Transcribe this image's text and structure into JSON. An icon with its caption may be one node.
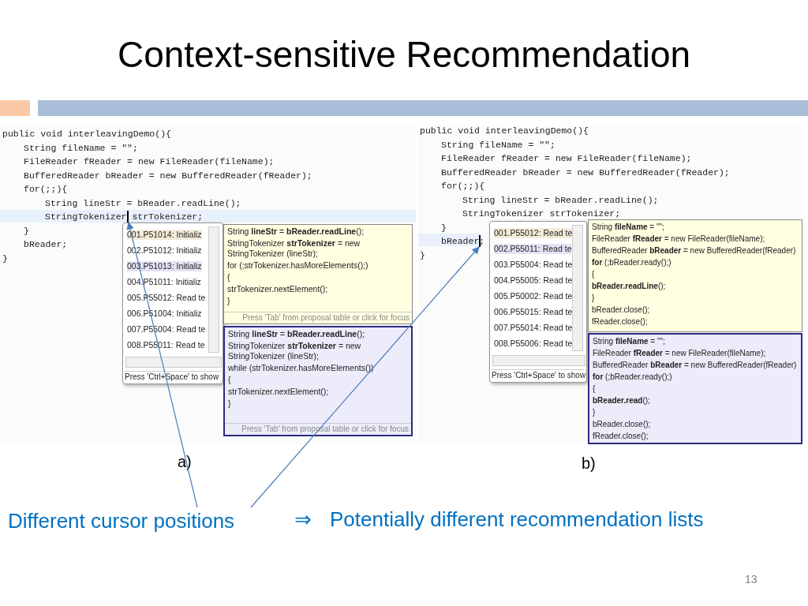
{
  "diagram": {
    "title": "Context-sensitive Recommendation",
    "nodes": [
      {
        "text": [
          "001.P51014: Initializ",
          "002.P51012: Initializ",
          "003.P51013: Initializ",
          "004.P51011: Initializ",
          "005.P55012: Read te",
          "006.P51004: Initializ",
          "007.P55004: Read te",
          "008.P55011: Read te",
          "Press 'Ctrl+Space' to show"
        ]
      },
      {
        "text": [
          "String **lineStr** = **bReader.readLine**();",
          "StringTokenizer **strTokenizer** = new StringTokenizer (lineStr);",
          "for (;strTokenizer.hasMoreElements();)",
          "{",
          "strTokenizer.nextElement();",
          "}",
          "Press 'Tab' from proposal table or click for focus"
        ]
      },
      {
        "text": [
          "String **lineStr** = **bReader.readLine**();",
          "StringTokenizer **strTokenizer** = new StringTokenizer (lineStr);",
          "while (strTokenizer.hasMoreElements())",
          "{",
          "strTokenizer.nextElement();",
          "}",
          "Press 'Tab' from proposal table or click for focus"
        ]
      },
      {
        "text": [
          "001.P55012: Read te",
          "002.P55011: Read te",
          "003.P55004: Read te",
          "004.P55005: Read te",
          "005.P50002: Read te",
          "006.P55015: Read te",
          "007.P55014: Read te",
          "008.P55006: Read te",
          "Press 'Ctrl+Space' to show"
        ]
      },
      {
        "text": [
          "String **fileName** = \"\";",
          "FileReader **fReader** = new FileReader(fileName);",
          "BufferedReader **bReader** = new BufferedReader(fReader)",
          "**for** (;bReader.ready();)",
          "{",
          "**bReader.readLine**();",
          "}",
          "bReader.close();",
          "fReader.close();"
        ]
      },
      {
        "text": [
          "String **fileName** = \"\";",
          "FileReader **fReader** = new FileReader(fileName);",
          "BufferedReader **bReader** = new BufferedReader(fReader)",
          "**for** (;bReader.ready();)",
          "{",
          "**bReader.read**();",
          "}",
          "bReader.close();",
          "fReader.close();"
        ]
      },
      {
        "text": [
          "Different cursor positions"
        ]
      },
      {
        "text": [],
        "shape": "bar"
      },
      {
        "text": [],
        "shape": "bar"
      }
    ],
    "edges": [
      {
        "from": 6,
        "to": 7,
        "arrow": "to"
      },
      {
        "from": 6,
        "to": 8,
        "arrow": "to"
      }
    ],
    "labels": [
      "public void interleavingDemo(){",
      "String fileName = \"\";",
      "FileReader fReader = new FileReader(fileName);",
      "BufferedReader bReader = new BufferedReader(fReader);",
      "for(;;){",
      "String lineStr = bReader.readLine();",
      "StringTokenizer strTokenizer;",
      "}",
      "bReader;",
      "}",
      "public void interleavingDemo(){",
      "String fileName = \"\";",
      "FileReader fReader = new FileReader(fileName);",
      "BufferedReader bReader = new BufferedReader(fReader);",
      "for(;;){",
      "String lineStr = bReader.readLine();",
      "StringTokenizer strTokenizer;",
      "}",
      "bReader;",
      "}",
      "a)",
      "b)",
      "⇒",
      "Potentially different recommendation lists",
      "13"
    ]
  }
}
